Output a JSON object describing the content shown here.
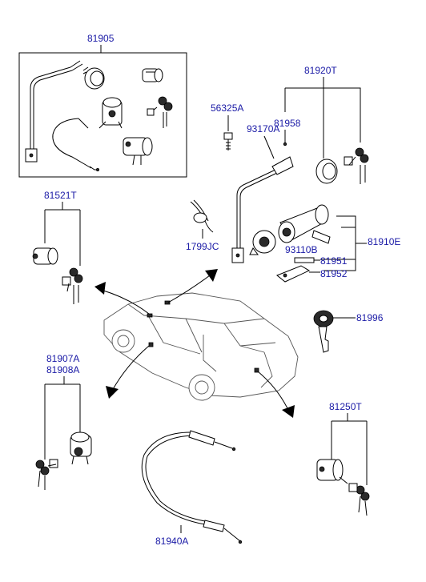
{
  "labels": {
    "p81905": "81905",
    "p81920T": "81920T",
    "p56325A": "56325A",
    "p81958": "81958",
    "p93170A": "93170A",
    "p81521T": "81521T",
    "p1799JC": "1799JC",
    "p81910E": "81910E",
    "p93110B": "93110B",
    "p81951": "81951",
    "p81952": "81952",
    "p81996": "81996",
    "p81907A": "81907A",
    "p81908A": "81908A",
    "p81250T": "81250T",
    "p81940A": "81940A"
  },
  "colors": {
    "label": "#1a1aa6",
    "line": "#000000",
    "car_outline": "#555555"
  }
}
